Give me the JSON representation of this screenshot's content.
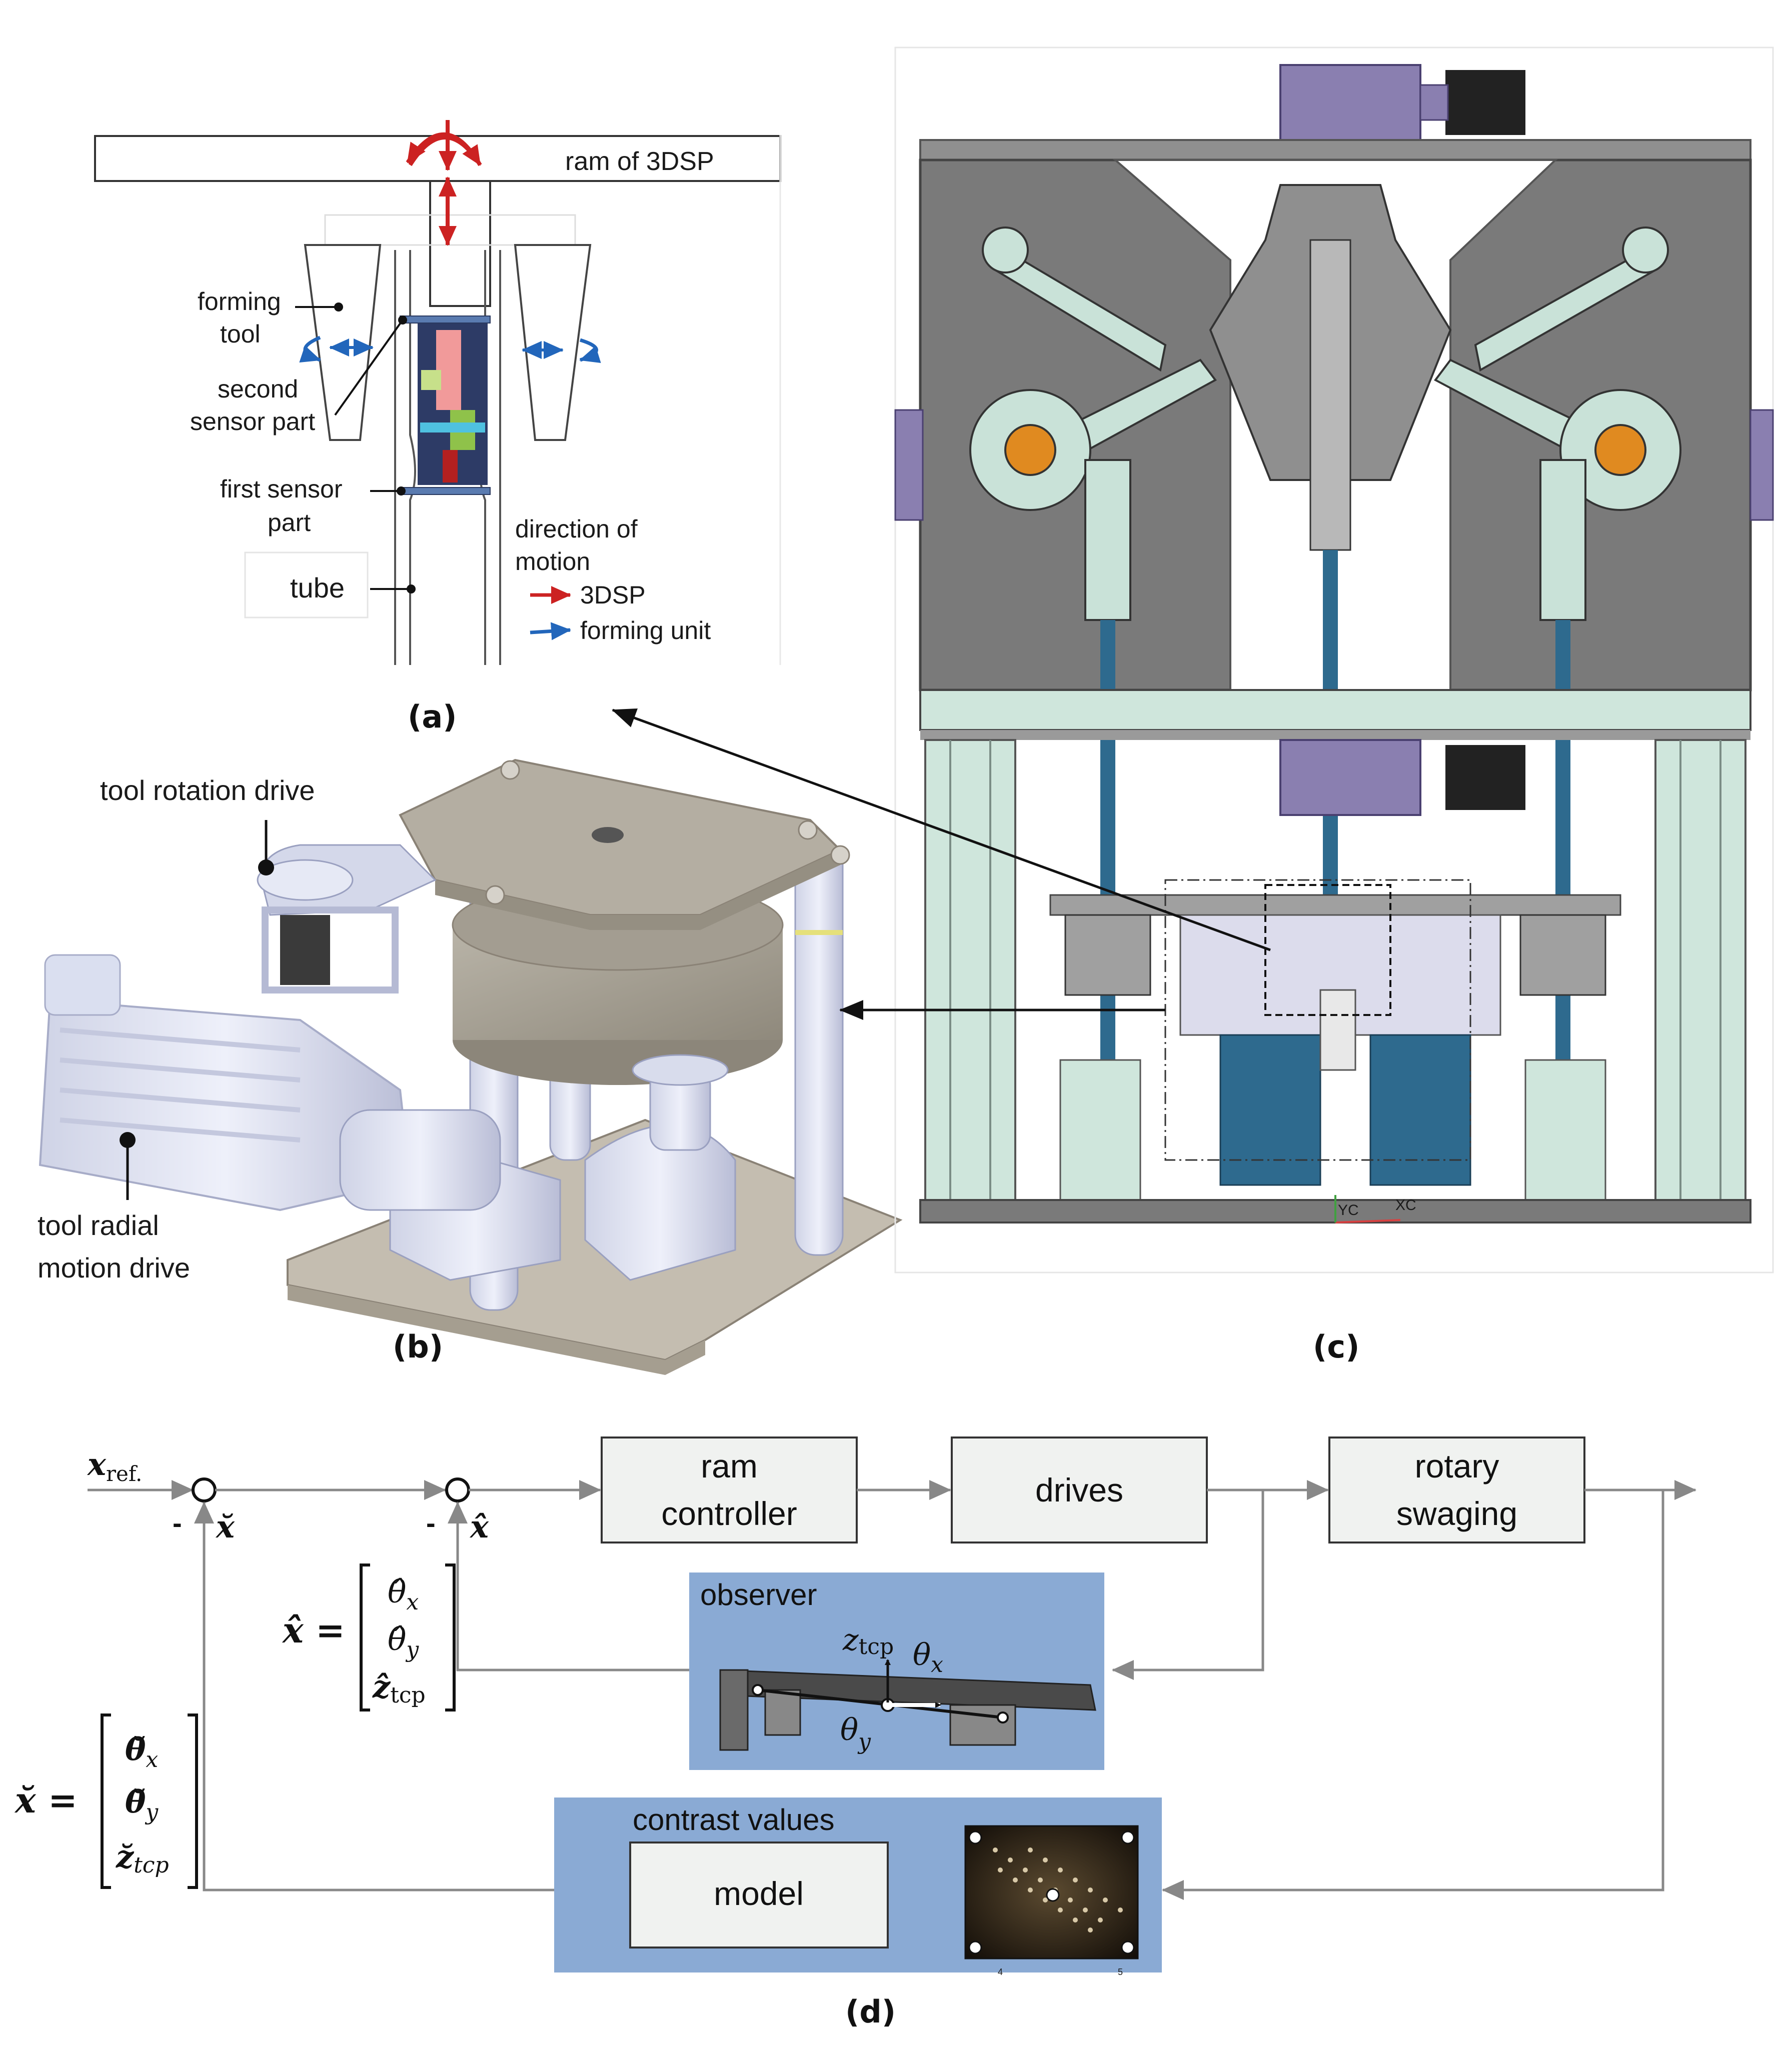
{
  "panel_a": {
    "caption": "(a)",
    "ram_label": "ram of 3DSP",
    "forming_tool_1": "forming",
    "forming_tool_2": "tool",
    "second_sensor_1": "second",
    "second_sensor_2": "sensor part",
    "first_sensor_1": "first sensor",
    "first_sensor_2": "part",
    "tube_label": "tube",
    "direction_1": "direction of",
    "direction_2": "motion",
    "legend_3dsp": "3DSP",
    "legend_forming_unit": "forming unit",
    "colors": {
      "red_arrow": "#cc2222",
      "blue_arrow": "#2266bb"
    }
  },
  "panel_b": {
    "caption": "(b)",
    "tool_rotation_drive": "tool rotation drive",
    "tool_radial_1": "tool radial",
    "tool_radial_2": "motion drive"
  },
  "panel_c": {
    "caption": "(c)",
    "axis_yc": "YC",
    "axis_xc": "XC",
    "colors": {
      "frame_gray": "#7a7a7a",
      "purple_motor": "#8a7fb0",
      "mint": "#cfe6dc",
      "blue_drive": "#2e6a8e",
      "orange_bearing": "#e08a20"
    }
  },
  "panel_d": {
    "caption": "(d)",
    "x_ref": "x",
    "x_ref_sub": "ref.",
    "minus_1": "-",
    "minus_2": "-",
    "x_breve": "x̆",
    "x_hat": "x̂",
    "block_ram_1": "ram",
    "block_ram_2": "controller",
    "block_drives": "drives",
    "block_rotary_1": "rotary",
    "block_rotary_2": "swaging",
    "observer_title": "observer",
    "obs_z": "z",
    "obs_z_sub": "tcp",
    "obs_theta_x": "θ",
    "obs_theta_x_sub": "x",
    "obs_theta_y": "θ",
    "obs_theta_y_sub": "y",
    "hat_vec_lhs": "x̂ =",
    "hat_vec_1": "θ̂",
    "hat_vec_1_sub": "x",
    "hat_vec_2": "θ̂",
    "hat_vec_2_sub": "y",
    "hat_vec_3": "ẑ",
    "hat_vec_3_sub": "tcp",
    "breve_vec_lhs": "x̆ =",
    "breve_vec_1": "θ̆",
    "breve_vec_1_sub": "x",
    "breve_vec_2": "θ̆",
    "breve_vec_2_sub": "y",
    "breve_vec_3": "z̆",
    "breve_vec_3_sub": "tcp",
    "contrast_title": "contrast values",
    "model_label": "model",
    "img_tick_4": "4",
    "img_tick_5": "5",
    "colors": {
      "panel_blue": "#8aaad4",
      "block_fill": "#f0f2f0",
      "line_gray": "#808080"
    }
  }
}
